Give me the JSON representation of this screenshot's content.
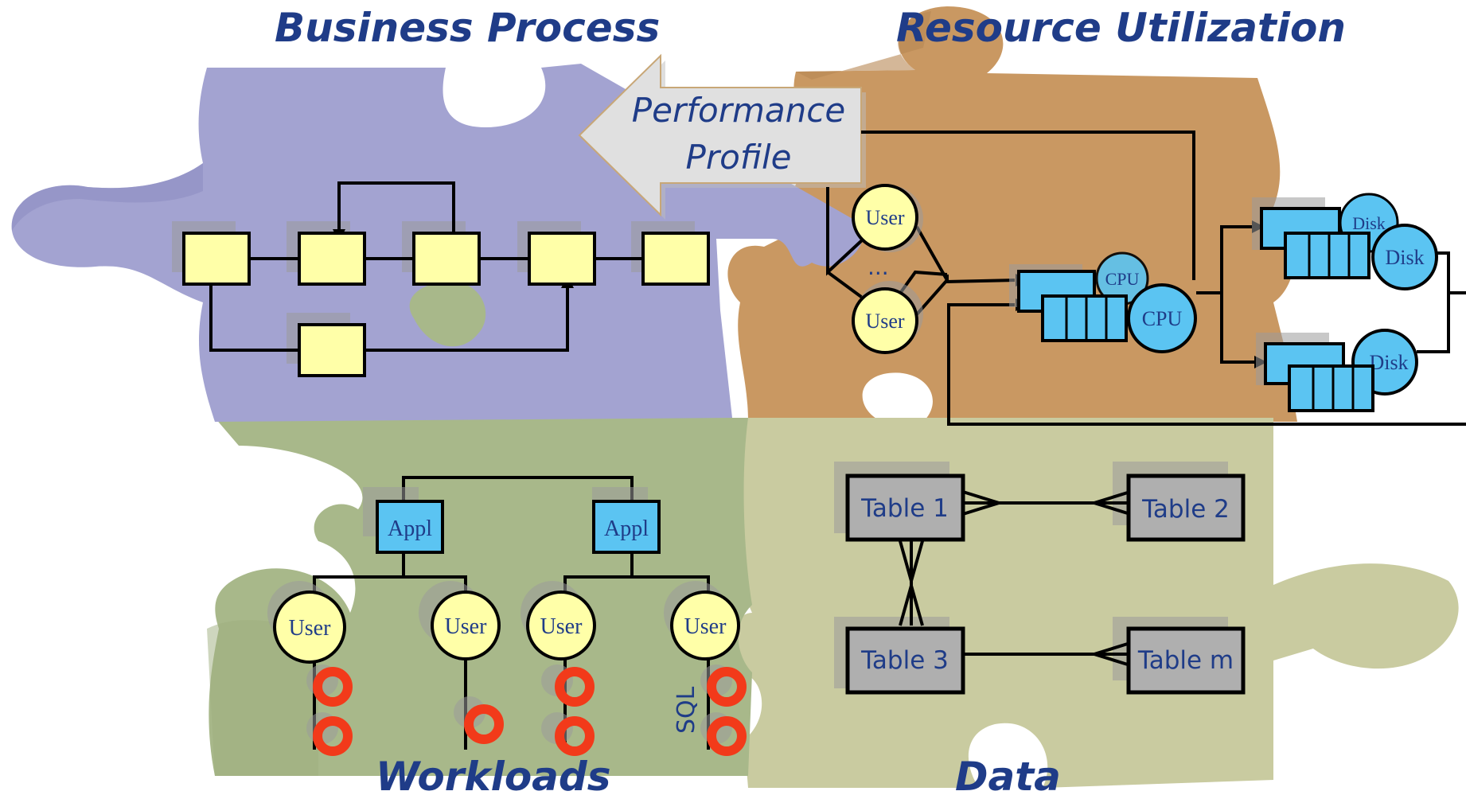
{
  "titles": {
    "business_process": "Business Process",
    "resource_utilization": "Resource Utilization",
    "workloads": "Workloads",
    "data": "Data"
  },
  "performance_arrow": {
    "line1": "Performance",
    "line2": "Profile"
  },
  "resource": {
    "user1": "User",
    "user2": "User",
    "ellipsis": "...",
    "cpu_back": "CPU",
    "cpu": "CPU",
    "disk1_back": "Disk",
    "disk1": "Disk",
    "disk2": "Disk"
  },
  "workloads": {
    "appl1": "Appl",
    "appl2": "Appl",
    "users": [
      "User",
      "User",
      "User",
      "User"
    ],
    "sql": "SQL"
  },
  "data": {
    "table1": "Table 1",
    "table2": "Table 2",
    "table3": "Table 3",
    "tablem": "Table m"
  },
  "colors": {
    "title_text": "#1F3C88",
    "puzzle_business": "#A3A3D1",
    "puzzle_resource": "#C99862",
    "puzzle_workloads": "#A8B88A",
    "puzzle_data": "#C9CBA0",
    "process_box": "#FFFFA8",
    "queue_box": "#5BC4F2",
    "table_box": "#AFAFAF",
    "sql_ring": "#F23A1A"
  }
}
